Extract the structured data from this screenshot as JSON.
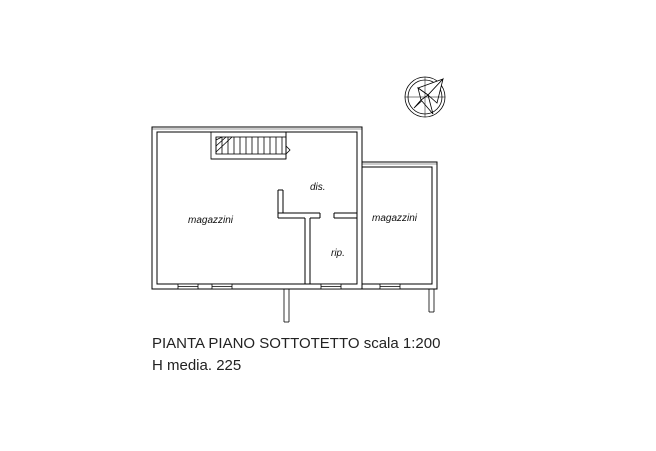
{
  "plan": {
    "rooms": {
      "storage_left": "magazzini",
      "hallway": "dis.",
      "closet": "rip.",
      "storage_right": "magazzini"
    },
    "title": "PIANTA PIANO SOTTOTETTO scala 1:200",
    "subtitle": "H media. 225"
  },
  "colors": {
    "wall": "#000000",
    "background": "#ffffff"
  },
  "icons": {
    "compass": "north-arrow-icon"
  }
}
